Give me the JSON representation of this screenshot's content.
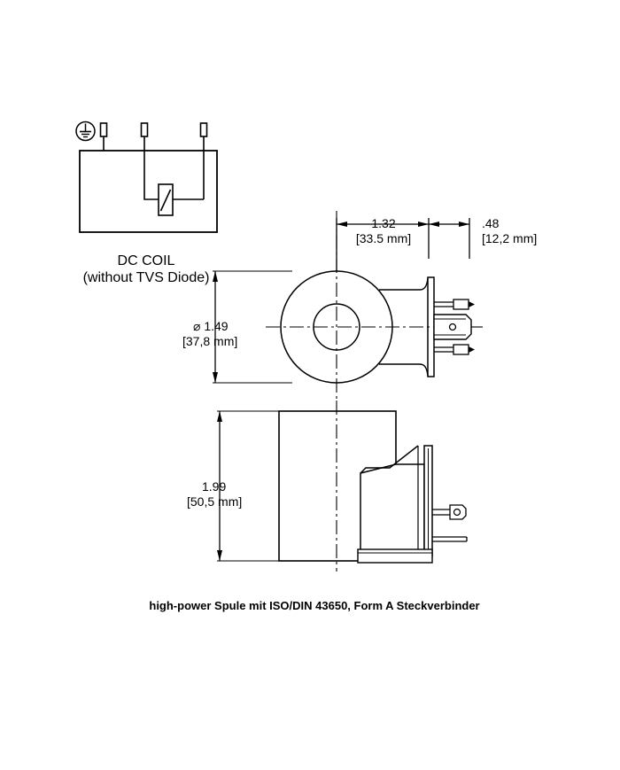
{
  "drawing": {
    "title_caption": "high-power Spule mit ISO/DIN 43650, Form A Steckverbinder",
    "line_color": "#000000",
    "background_color": "#ffffff"
  },
  "schematic": {
    "label_line1": "DC COIL",
    "label_line2": "(without TVS Diode)",
    "ground_icon": "earth-ground-icon",
    "coil_icon": "coil-winding-icon",
    "terminal_count": 3
  },
  "dimensions": {
    "body_length": {
      "inch": "1.32",
      "metric": "[33.5 mm]"
    },
    "connector_length": {
      "inch": ".48",
      "metric": "[12,2 mm]"
    },
    "outer_diameter": {
      "inch": "⌀ 1.49",
      "metric": "[37,8 mm]"
    },
    "height": {
      "inch": "1.99",
      "metric": "[50,5 mm]"
    }
  },
  "views": {
    "top_view_name": "top-view-coil",
    "side_view_name": "side-view-coil"
  }
}
